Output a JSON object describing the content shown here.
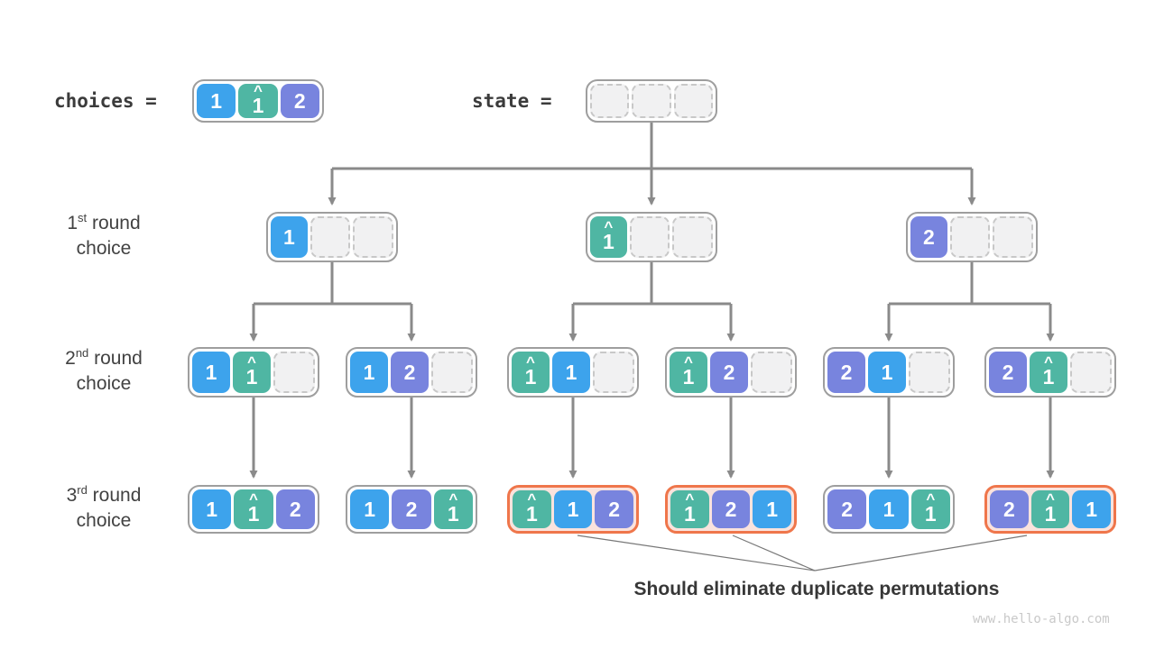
{
  "header": {
    "choices_label": "choices =",
    "state_label": "state ="
  },
  "row_labels": [
    {
      "ordinal": "1",
      "suffix": "st",
      "word": " round",
      "line2": "choice"
    },
    {
      "ordinal": "2",
      "suffix": "nd",
      "word": " round",
      "line2": "choice"
    },
    {
      "ordinal": "3",
      "suffix": "rd",
      "word": " round",
      "line2": "choice"
    }
  ],
  "boxes": {
    "choices": [
      "1",
      "1h",
      "2"
    ],
    "state": [
      "",
      "",
      ""
    ],
    "round1": [
      [
        "1",
        "",
        ""
      ],
      [
        "1h",
        "",
        ""
      ],
      [
        "2",
        "",
        ""
      ]
    ],
    "round2": [
      [
        "1",
        "1h",
        ""
      ],
      [
        "1",
        "2",
        ""
      ],
      [
        "1h",
        "1",
        ""
      ],
      [
        "1h",
        "2",
        ""
      ],
      [
        "2",
        "1",
        ""
      ],
      [
        "2",
        "1h",
        ""
      ]
    ],
    "round3": [
      {
        "cells": [
          "1",
          "1h",
          "2"
        ],
        "duplicate": false
      },
      {
        "cells": [
          "1",
          "2",
          "1h"
        ],
        "duplicate": false
      },
      {
        "cells": [
          "1h",
          "1",
          "2"
        ],
        "duplicate": true
      },
      {
        "cells": [
          "1h",
          "2",
          "1"
        ],
        "duplicate": true
      },
      {
        "cells": [
          "2",
          "1",
          "1h"
        ],
        "duplicate": false
      },
      {
        "cells": [
          "2",
          "1h",
          "1"
        ],
        "duplicate": true
      }
    ]
  },
  "glyphs": {
    "hat": "^",
    "tokens": {
      "1": "1",
      "1h": "1",
      "2": "2"
    }
  },
  "note": {
    "text": "Should eliminate duplicate permutations"
  },
  "watermark": "www.hello-algo.com",
  "colors": {
    "cell_1": "#3da3ec",
    "cell_1h": "#4fb6a3",
    "cell_2": "#7884de",
    "box_border": "#9e9e9e",
    "duplicate_border": "#ef764b",
    "duplicate_fill": "#fae3dd",
    "empty_fill": "#f1f1f2",
    "empty_border": "#c8c8c8",
    "connector": "#8a8a8a",
    "thin_line": "#787878",
    "label_text": "#424242"
  }
}
